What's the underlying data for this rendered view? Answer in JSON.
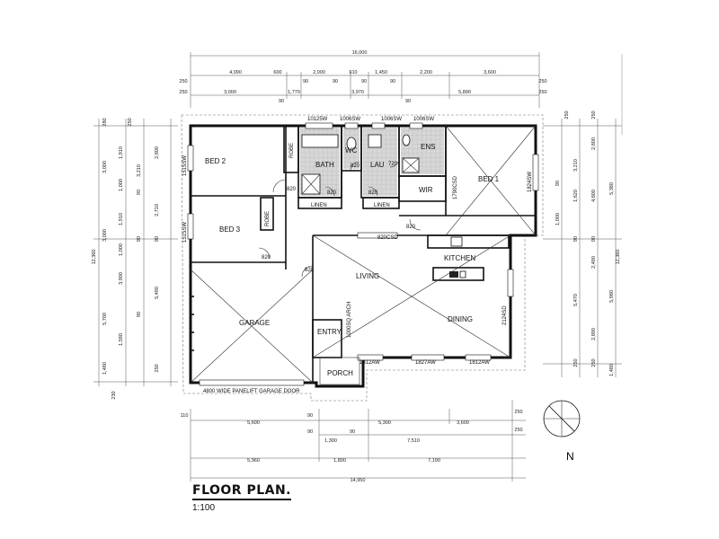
{
  "title": "FLOOR PLAN.",
  "scale": "1:100",
  "rooms": {
    "bed2": "BED 2",
    "bed3": "BED 3",
    "bed1": "BED 1",
    "bath": "BATH",
    "wc": "WC",
    "lau": "LAU",
    "ens": "ENS",
    "wir": "WIR",
    "linen_left": "LINEN",
    "linen_right": "LINEN",
    "robe_bed2": "ROBE",
    "robe_bed3": "ROBE",
    "kitchen": "KITCHEN",
    "living": "LIVING",
    "dining": "DINING",
    "garage": "GARAGE",
    "entry": "ENTRY",
    "porch": "PORCH"
  },
  "windows": {
    "w_bath": "10125W",
    "w_wc": "1006SW",
    "w_lau": "1006SW",
    "w_ens": "1006SW",
    "w_bed2": "1515SW",
    "w_bed3": "1515SW",
    "w_bed1": "1824SW",
    "w_living": "820CSD",
    "w_dining_side": "2124SD",
    "w_front1": "1812AW",
    "w_front2": "1827AW",
    "w_front3": "1812AW",
    "w_ens_side": "1790CSD"
  },
  "doors": [
    "820",
    "820",
    "820",
    "820",
    "820",
    "820",
    "820",
    "720",
    "820"
  ],
  "labels": {
    "garage_door": "4800 WIDE PANELIFT GARAGE DOOR",
    "entry_arch": "1000SQ ARCH",
    "compass": "N"
  },
  "dims_top": {
    "overall": "16,000",
    "row1": [
      "4,090",
      "600",
      "2,000",
      "910",
      "1,450",
      "2,200",
      "3,600"
    ],
    "row2": [
      "3,000",
      "1,770",
      "3,970",
      "5,890"
    ],
    "edge": [
      "250",
      "250",
      "90",
      "90",
      "90",
      "90",
      "90",
      "90",
      "250",
      "250"
    ]
  },
  "dims_bottom": {
    "row1": [
      "110",
      "5,600",
      "5,300",
      "3,600",
      "250"
    ],
    "row2": [
      "1,300",
      "7,510",
      "250"
    ],
    "row3": [
      "5,960",
      "1,800",
      "7,190"
    ],
    "overall": "14,950",
    "edge": [
      "90",
      "90",
      "90"
    ]
  },
  "dims_left": {
    "overall": "12,360",
    "outer": [
      "3,000",
      "3,000",
      "5,700",
      "1,480"
    ],
    "mid": [
      "1,910",
      "1,000",
      "1,910",
      "1,000",
      "1,590",
      "3,900"
    ],
    "inner": [
      "3,210",
      "2,800",
      "2,710",
      "5,490"
    ],
    "edge": [
      "280",
      "250",
      "90",
      "90",
      "90",
      "90",
      "250",
      "230"
    ]
  },
  "dims_right": {
    "overall": "12,360",
    "outer": [
      "5,380",
      "5,980",
      "1,480"
    ],
    "mid": [
      "2,800",
      "4,800",
      "2,490",
      "2,890"
    ],
    "inner": [
      "3,210",
      "1,620",
      "1,000",
      "5,470"
    ],
    "edge": [
      "250",
      "250",
      "90",
      "90",
      "90",
      "250",
      "250"
    ]
  }
}
